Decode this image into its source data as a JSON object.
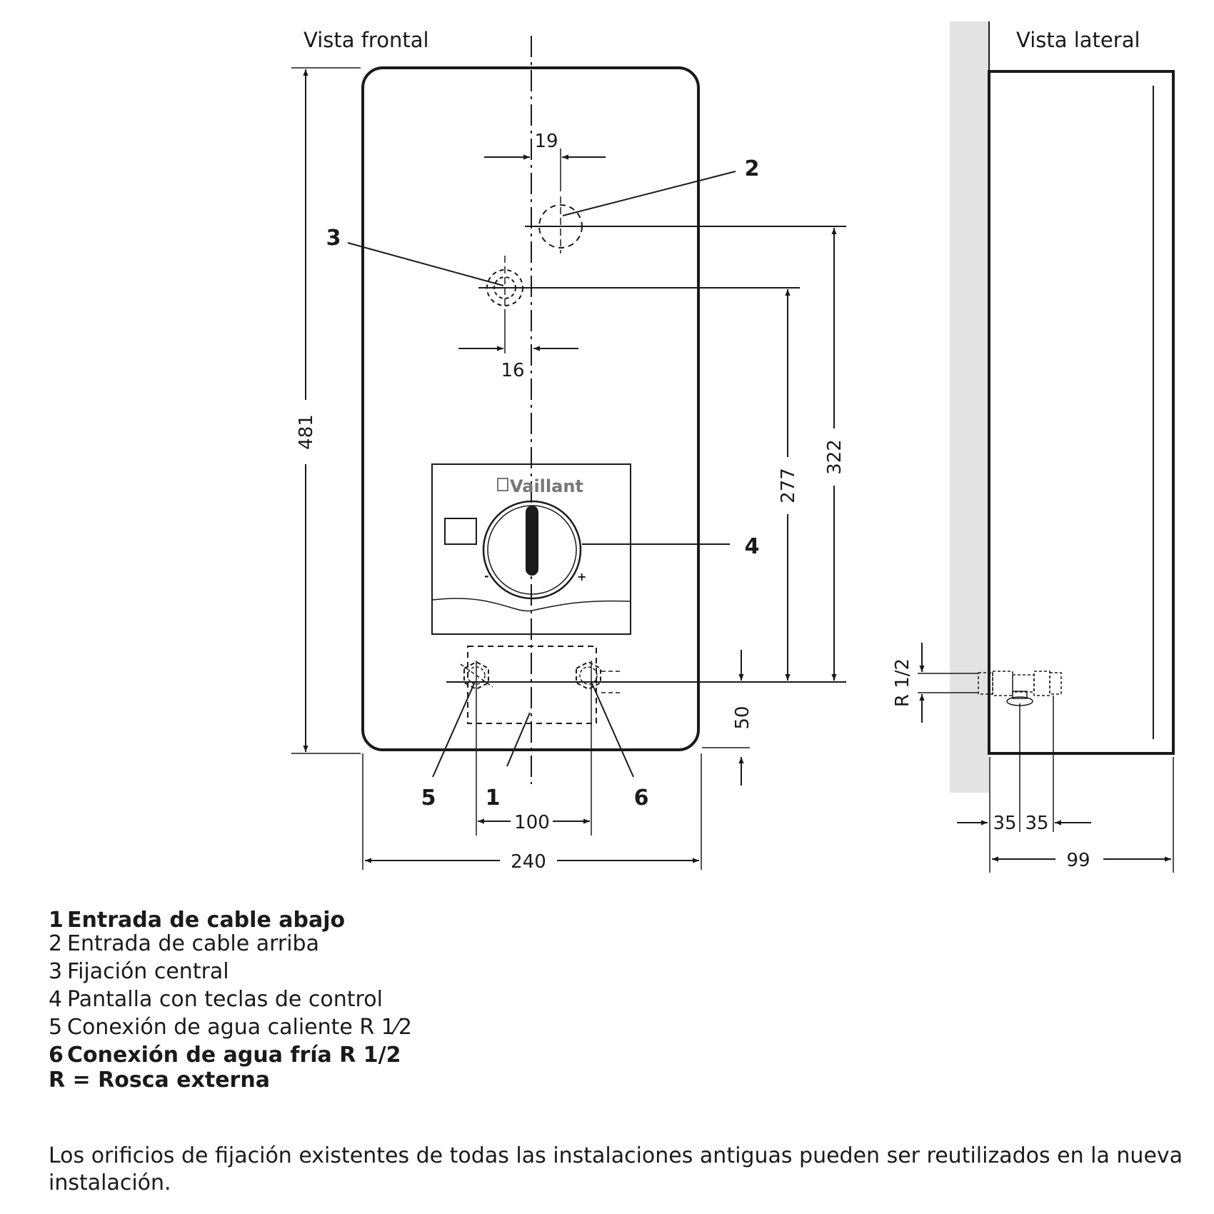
{
  "views": {
    "front_title": "Vista frontal",
    "side_title": "Vista lateral"
  },
  "dimensions": {
    "height_total": "481",
    "width_total": "240",
    "cable_offset_top": "19",
    "fixing_offset": "16",
    "fixing_to_water": "277",
    "cable_to_water": "322",
    "water_to_bottom": "50",
    "water_spacing": "100",
    "side_depth": "99",
    "side_pipe_a": "35",
    "side_pipe_b": "35",
    "thread_label": "R 1/2"
  },
  "callouts": [
    "1",
    "2",
    "3",
    "4",
    "5",
    "6"
  ],
  "panel": {
    "brand": "Vaillant",
    "minus": "-",
    "plus": "+"
  },
  "legend": [
    {
      "num": "1",
      "text": "Entrada de cable abajo",
      "bold": true
    },
    {
      "num": "2",
      "text": "Entrada de cable arriba",
      "bold": false
    },
    {
      "num": "3",
      "text": "Fijación central",
      "bold": false
    },
    {
      "num": "4",
      "text": "Pantalla con teclas de control",
      "bold": false
    },
    {
      "num": "5",
      "text": "Conexión de agua caliente R 1⁄2",
      "bold": false
    },
    {
      "num": "6",
      "text": "Conexión de agua fría R 1/2",
      "bold": true
    },
    {
      "num": "",
      "text": "R = Rosca externa",
      "bold": true
    }
  ],
  "note": "Los orificios de fijación existentes de todas las instalaciones antiguas pueden ser reutilizados en la nueva instalación.",
  "colors": {
    "line": "#1a1a1a",
    "wall": "#e3e3e3",
    "logo": "#777777"
  }
}
